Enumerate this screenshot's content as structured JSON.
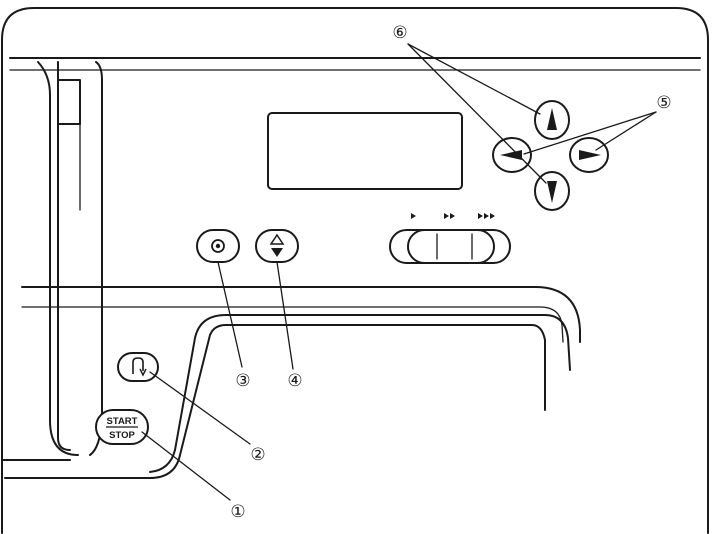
{
  "buttons": {
    "start_stop": {
      "line1": "START",
      "line2": "STOP"
    }
  },
  "callouts": [
    {
      "id": "1",
      "label": "①"
    },
    {
      "id": "2",
      "label": "②"
    },
    {
      "id": "3",
      "label": "③"
    },
    {
      "id": "4",
      "label": "④"
    },
    {
      "id": "5",
      "label": "⑤"
    },
    {
      "id": "6",
      "label": "⑥"
    }
  ],
  "icons": {
    "reverse": "reverse-stitch-icon",
    "needle_position": "needle-position-icon",
    "up_down": "up-down-arrow-icon",
    "speed": "speed-slider",
    "arrows": [
      "arrow-up-icon",
      "arrow-down-icon",
      "arrow-left-icon",
      "arrow-right-icon"
    ]
  },
  "colors": {
    "stroke": "#1a1a1a",
    "background": "#ffffff"
  }
}
